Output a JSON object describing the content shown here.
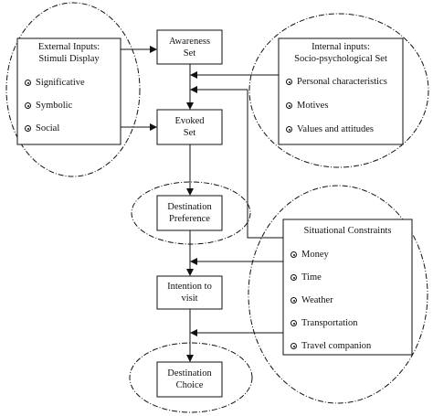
{
  "external_inputs": {
    "title_line1": "External Inputs:",
    "title_line2": "Stimuli Display",
    "items": [
      "Significative",
      "Symbolic",
      "Social"
    ]
  },
  "internal_inputs": {
    "title_line1": "Internal inputs:",
    "title_line2": "Socio-psychological Set",
    "items": [
      "Personal characteristics",
      "Motives",
      "Values and attitudes"
    ]
  },
  "situational_constraints": {
    "title": "Situational Constraints",
    "items": [
      "Money",
      "Time",
      "Weather",
      "Transportation",
      "Travel companion"
    ]
  },
  "stages": {
    "awareness_line1": "Awareness",
    "awareness_line2": "Set",
    "evoked_line1": "Evoked",
    "evoked_line2": "Set",
    "preference_line1": "Destination",
    "preference_line2": "Preference",
    "intention_line1": "Intention to",
    "intention_line2": "visit",
    "choice_line1": "Destination",
    "choice_line2": "Choice"
  }
}
